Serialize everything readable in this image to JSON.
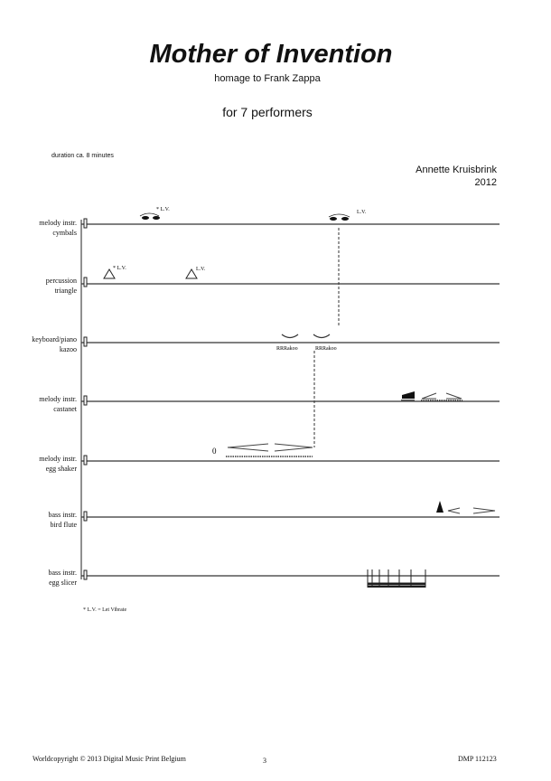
{
  "header": {
    "title": "Mother of Invention",
    "subtitle": "homage to Frank Zappa",
    "performers": "for 7 performers",
    "duration": "duration ca. 8 minutes",
    "composer": "Annette Kruisbrink",
    "year": "2012"
  },
  "staves": [
    {
      "line1": "melody instr.",
      "line2": "cymbals"
    },
    {
      "line1": "percussion",
      "line2": "triangle"
    },
    {
      "line1": "keyboard/piano",
      "line2": "kazoo"
    },
    {
      "line1": "melody instr.",
      "line2": "castanet"
    },
    {
      "line1": "melody instr.",
      "line2": "egg shaker"
    },
    {
      "line1": "bass instr.",
      "line2": "bird flute"
    },
    {
      "line1": "bass instr.",
      "line2": "egg slicer"
    }
  ],
  "annotations": {
    "lv_star": "* L.V.",
    "lv": "L.V.",
    "kazoo_syllable": "RRRakoo",
    "egg_shaker_dynamic": "0"
  },
  "footnote": "* L.V. = Let Vibrate",
  "footer": {
    "copyright": "Worldcopyright © 2013 Digital Music Print Belgium",
    "page_number": "3",
    "catalog": "DMP 112123"
  }
}
